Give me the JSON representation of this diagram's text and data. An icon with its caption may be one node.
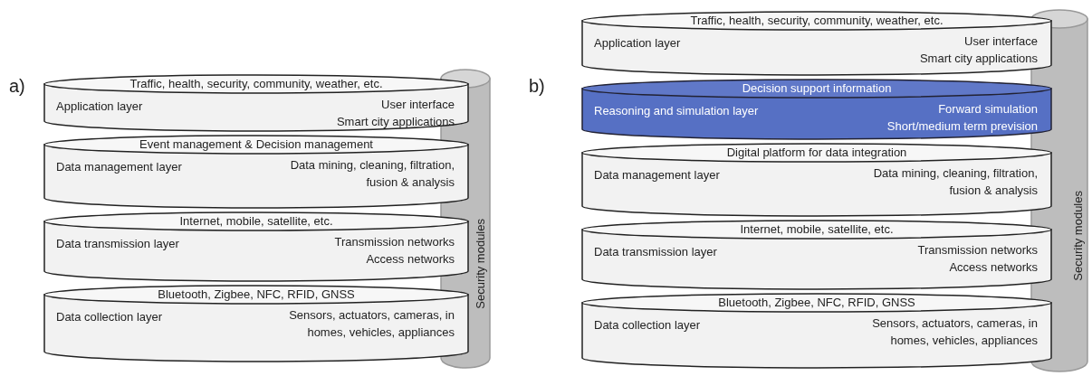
{
  "diagram": {
    "nodes": [
      {
        "text": [
          "Traffic, health, security, community, weather, etc.",
          "Application layer",
          "User interface",
          "Smart city applications"
        ]
      },
      {
        "text": [
          "Event management & Decision management",
          "Data management layer",
          "Data mining, cleaning, filtration, fusion & analysis"
        ]
      },
      {
        "text": [
          "Internet, mobile, satellite, etc.",
          "Data transmission layer",
          "Transmission networks",
          "Access networks"
        ]
      },
      {
        "text": [
          "Bluetooth, Zigbee, NFC, RFID, GNSS",
          "Data collection layer",
          "Sensors, actuators, cameras, in homes, vehicles, appliances"
        ]
      },
      {
        "text": [
          "Security modules"
        ]
      },
      {
        "text": [
          "Traffic, health, security, community, weather, etc.",
          "Application layer",
          "User interface",
          "Smart city applications"
        ]
      },
      {
        "text": [
          "Decision support information",
          "Reasoning and simulation layer",
          "Forward simulation",
          "Short/medium term prevision"
        ]
      },
      {
        "text": [
          "Digital platform for data integration",
          "Data management layer",
          "Data mining, cleaning, filtration, fusion & analysis"
        ]
      },
      {
        "text": [
          "Internet, mobile, satellite, etc.",
          "Data transmission layer",
          "Transmission networks",
          "Access networks"
        ]
      },
      {
        "text": [
          "Bluetooth, Zigbee, NFC, RFID, GNSS",
          "Data collection layer",
          "Sensors, actuators, cameras, in homes, vehicles, appliances"
        ]
      },
      {
        "text": [
          "Security modules"
        ]
      }
    ],
    "labels": [
      "a)",
      "b)"
    ]
  }
}
